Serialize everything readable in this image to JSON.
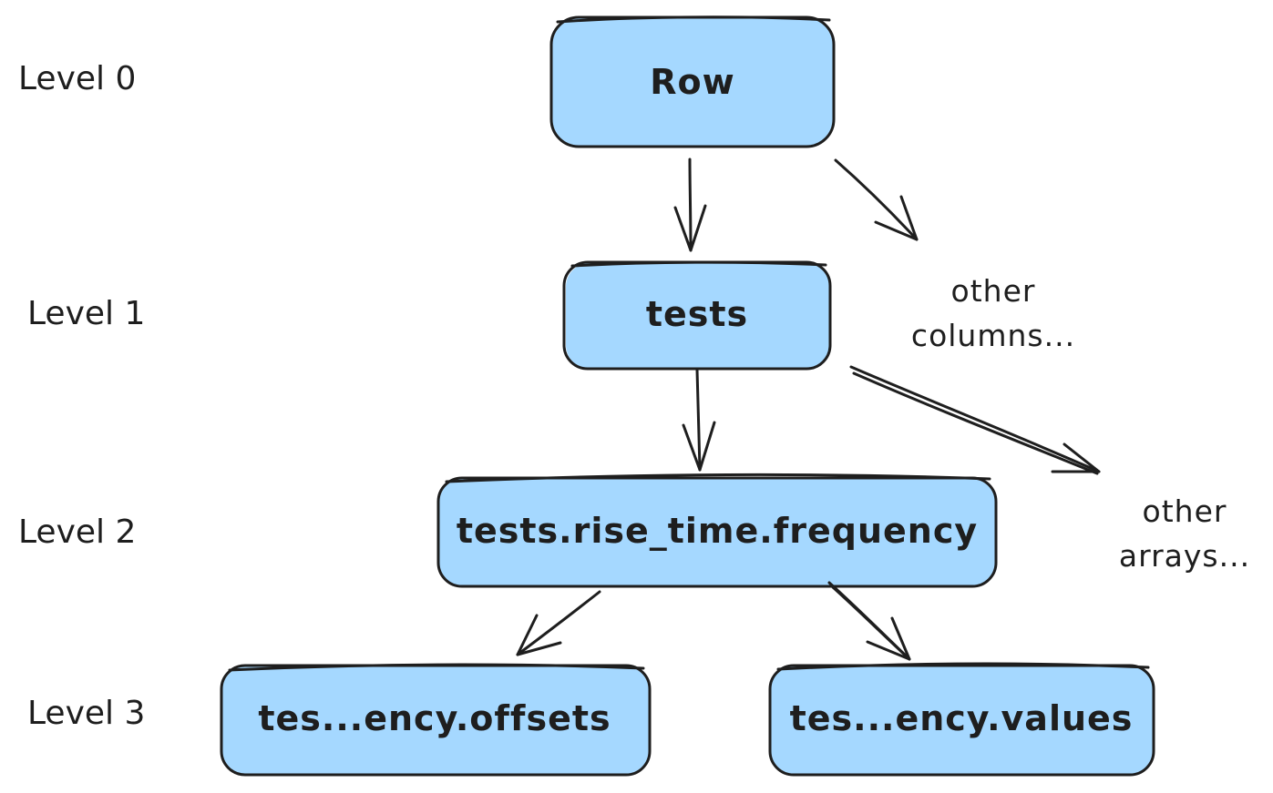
{
  "diagram": {
    "levels": [
      {
        "label": "Level 0"
      },
      {
        "label": "Level 1"
      },
      {
        "label": "Level 2"
      },
      {
        "label": "Level 3"
      }
    ],
    "nodes": [
      {
        "id": "row",
        "label": "Row"
      },
      {
        "id": "tests",
        "label": "tests"
      },
      {
        "id": "frequency",
        "label": "tests.rise_time.frequency"
      },
      {
        "id": "offsets",
        "label": "tes...ency.offsets"
      },
      {
        "id": "values",
        "label": "tes...ency.values"
      }
    ],
    "notes": {
      "other_columns": {
        "line1": "other",
        "line2": "columns..."
      },
      "other_arrays": {
        "line1": "other",
        "line2": "arrays..."
      }
    },
    "edges": [
      {
        "from": "row",
        "to": "tests"
      },
      {
        "from": "row",
        "to": "other_columns"
      },
      {
        "from": "tests",
        "to": "frequency"
      },
      {
        "from": "tests",
        "to": "other_arrays"
      },
      {
        "from": "frequency",
        "to": "offsets"
      },
      {
        "from": "frequency",
        "to": "values"
      }
    ],
    "colors": {
      "node_fill": "#a5d8ff",
      "stroke": "#1e1e1e",
      "background": "#ffffff"
    }
  }
}
